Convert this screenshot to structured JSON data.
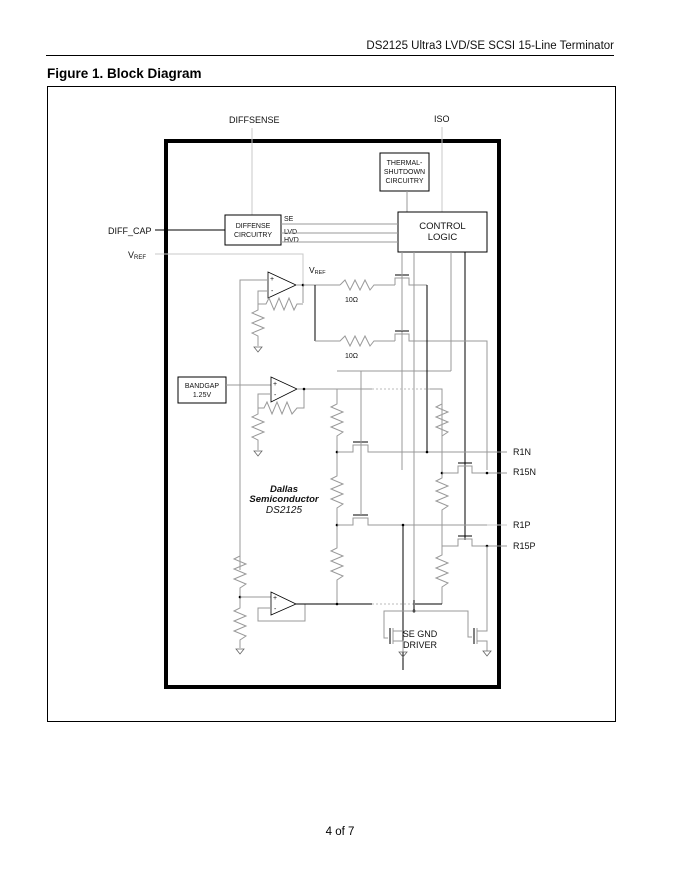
{
  "header": {
    "title": "DS2125 Ultra3 LVD/SE SCSI 15-Line Terminator"
  },
  "figure": {
    "title": "Figure 1. Block Diagram"
  },
  "diagram": {
    "external_pins": {
      "diffsense": "DIFFSENSE",
      "iso": "ISO",
      "diff_cap": "DIFF_CAP",
      "vref_main": "V",
      "vref_sub": "REF",
      "r1n": "R1N",
      "r15n": "R15N",
      "r1p": "R1P",
      "r15p": "R15P"
    },
    "blocks": {
      "thermal_line1": "THERMAL-",
      "thermal_line2": "SHUTDOWN",
      "thermal_line3": "CIRCUITRY",
      "control_line1": "CONTROL",
      "control_line2": "LOGIC",
      "diffense_line1": "DIFFENSE",
      "diffense_line2": "CIRCUITRY",
      "bandgap_line1": "BANDGAP",
      "bandgap_line2": "1.25V",
      "se_gnd_line1": "SE GND",
      "se_gnd_line2": "DRIVER"
    },
    "signals": {
      "se": "SE",
      "lvd": "LVD",
      "hvd": "HVD",
      "vref_int_main": "V",
      "vref_int_sub": "REF",
      "res_top": "10Ω",
      "res_bottom": "10Ω",
      "plus": "+",
      "minus": "-"
    },
    "chip_label": {
      "company_line1": "Dallas",
      "company_line2": "Semiconductor",
      "part": "DS2125"
    }
  },
  "footer": {
    "page": "4 of 7"
  }
}
